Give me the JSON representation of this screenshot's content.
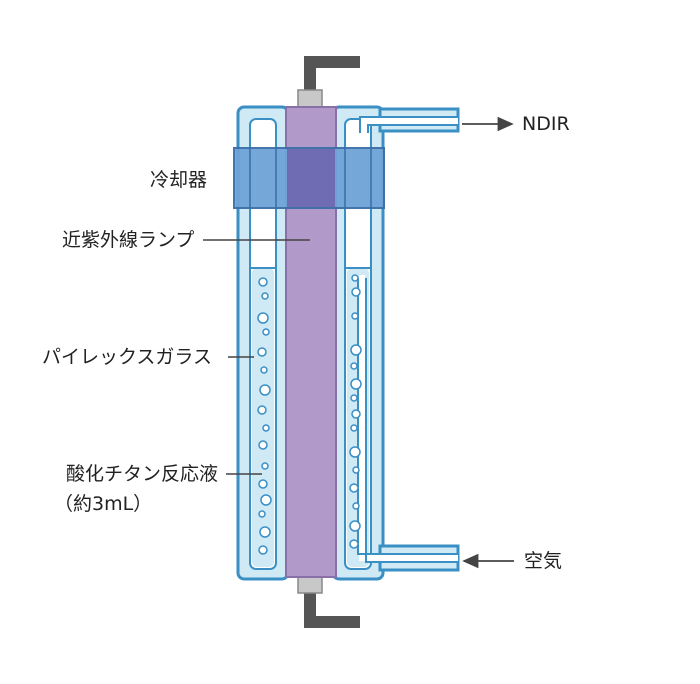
{
  "labels": {
    "ndir": "NDIR",
    "cooler": "冷却器",
    "uv_lamp": "近紫外線ランプ",
    "pyrex_glass": "パイレックスガラス",
    "reaction_liquid_line1": "酸化チタン反応液",
    "reaction_liquid_line2": "（約3mL）",
    "air": "空気"
  },
  "colors": {
    "glass_fill": "#cfe9f5",
    "glass_stroke": "#3a8fc4",
    "lamp_fill": "#b199c9",
    "cooler_fill": "#6fa3d8",
    "cooler_overlap": "#6f6cb4",
    "cable": "#555555",
    "connector": "#c8c8c8",
    "leader_line": "#444444"
  },
  "icons": {
    "ndir_arrow": "arrow-right-icon",
    "air_arrow": "arrow-left-icon",
    "bubbles": "bubble-icon"
  }
}
